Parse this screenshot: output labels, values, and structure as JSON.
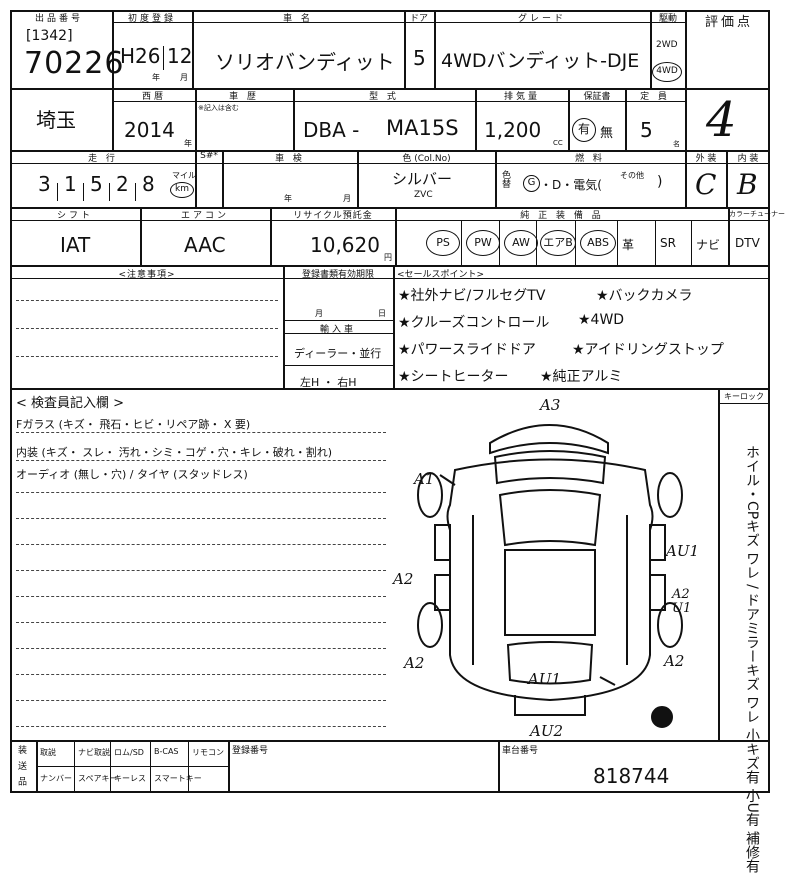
{
  "header": {
    "lot_label": "出品番号",
    "first_reg_label": "初度登録",
    "car_name_label": "車 名",
    "door_label": "ドア",
    "grade_label": "グレード",
    "drive_label": "駆動",
    "score_label": "評価点",
    "lot_sub": "[1342]",
    "lot_number": "70226",
    "reg_era": "H26",
    "reg_month": "12",
    "reg_year_unit": "年",
    "reg_month_unit": "月",
    "car_name": "ソリオバンディット",
    "doors": "5",
    "grade": "4WDバンディット-DJE",
    "drive_2wd": "2WD",
    "drive_4wd": "4WD",
    "score": "4"
  },
  "row2": {
    "region_label": "西暦",
    "shaken_label": "車 歴",
    "shaken_note": "※記入は含む",
    "model_label": "型 式",
    "displacement_label": "排気量",
    "warranty_label": "保証書",
    "capacity_label": "定 員",
    "region": "埼玉",
    "year": "2014",
    "year_unit": "年",
    "model_prefix": "DBA -",
    "model": "MA15S",
    "displacement": "1,200",
    "cc_unit": "CC",
    "warranty_yes": "有",
    "warranty_no": "無",
    "capacity": "5",
    "capacity_unit": "名"
  },
  "row3": {
    "mileage_label": "走 行",
    "s_label": "S#*",
    "inspection_label": "車 検",
    "color_label": "色 (Col.No)",
    "fuel_label": "燃 料",
    "ext_label": "外 装",
    "int_label": "内 装",
    "mileage_digits": [
      "3",
      "1",
      "5",
      "2",
      "8"
    ],
    "mile_label": "マイル",
    "km_label": "km",
    "insp_year": "年",
    "insp_month": "月",
    "color": "シルバー",
    "color_code": "ZVC",
    "color_sub": "色替",
    "fuel": "G・D・電気(",
    "fuel_other": "その他",
    "fuel_close": ")",
    "ext_grade": "C",
    "int_grade": "B"
  },
  "row4": {
    "shift_label": "シフト",
    "ac_label": "エアコン",
    "recycle_label": "リサイクル預託金",
    "equip_label": "純 正 装 備 品",
    "tuner_label": "カラーチューナー",
    "shift": "IAT",
    "ac": "AAC",
    "recycle": "10,620",
    "yen": "円",
    "equipment": [
      "PS",
      "PW",
      "AW",
      "エアB",
      "ABS",
      "革",
      "SR",
      "ナビ",
      "DTV"
    ]
  },
  "notes": {
    "caution_label": "<注意事項>",
    "reg_doc_label": "登録書類有効期限",
    "doc_month": "月",
    "doc_day": "日",
    "import_label": "輸入車",
    "dealer": "ディーラー・並行",
    "handle": "左H ・ 右H",
    "sales_label": "<セールスポイント>",
    "sales_points": [
      "★社外ナビ/フルセグTV",
      "★バックカメラ",
      "★クルーズコントロール",
      "★4WD",
      "★パワースライドドア",
      "★アイドリングストップ",
      "★シートヒーター",
      "★純正アルミ"
    ]
  },
  "inspector": {
    "title": "< 検査員記入欄 >",
    "line1": "Fガラス (キズ・ 飛石・ヒビ・リペア跡・ X 要)",
    "line2": "内装 (キズ・ スレ・ 汚れ・シミ・コゲ・穴・キレ・破れ・割れ)",
    "line3": "オーディオ (無し・穴) / タイヤ (スタッドレス)",
    "keylock_label": "キーロック",
    "side_note": "ホイル・CPキズ ワレ / ドアミラーキズ ワレ 小キズ有 小U有 補修有"
  },
  "damage_marks": {
    "top": "A3",
    "left_front": "A1",
    "left_mid": "A2",
    "left_rear": "A2",
    "right_front": "AU1",
    "right_mid": "A2 U1",
    "right_rear": "A2",
    "rear_center": "AU1",
    "bottom": "AU2"
  },
  "footer": {
    "pickup_label": "装 送 品",
    "items_top": [
      "取説",
      "ナビ取説",
      "ロム/SD",
      "B-CAS",
      "リモコン"
    ],
    "items_bottom": [
      "ナンバー",
      "スペアキー",
      "キーレス",
      "スマートキー",
      ""
    ],
    "reg_no_label": "登録番号",
    "chassis_label": "車台番号",
    "chassis_number": "818744"
  }
}
